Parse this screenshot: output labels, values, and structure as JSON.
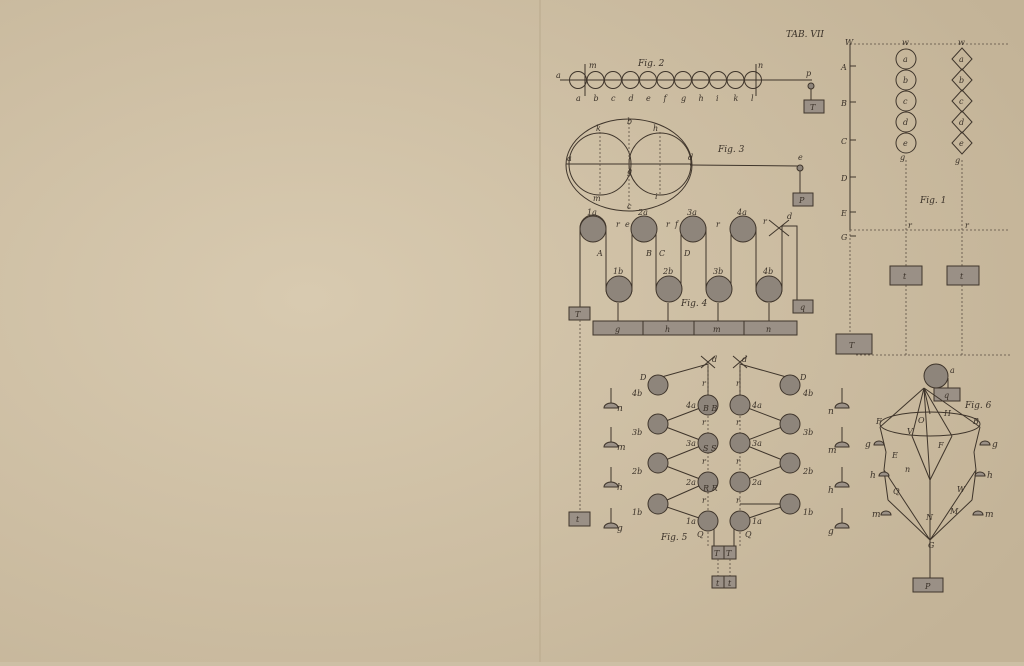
{
  "plate_title": "TAB. VII",
  "fig1": {
    "label": "Fig. 1",
    "top_labels": [
      "W",
      "w",
      "w"
    ],
    "left_scale": [
      "A",
      "B",
      "C",
      "D",
      "E",
      "G"
    ],
    "circles": [
      "a",
      "b",
      "c",
      "d",
      "e"
    ],
    "diamonds": [
      "a",
      "b",
      "c",
      "d",
      "e"
    ],
    "g_labels": [
      "g",
      "g"
    ],
    "r_labels": [
      "r",
      "r"
    ],
    "weights": [
      "t",
      "t"
    ],
    "main_weight": "T"
  },
  "fig2": {
    "label": "Fig. 2",
    "bottom_letters": [
      "a",
      "b",
      "c",
      "d",
      "e",
      "f",
      "g",
      "h",
      "i",
      "k",
      "l"
    ],
    "top_letters": [
      "m",
      "n",
      "p"
    ],
    "end_letter": "a",
    "weight": "T"
  },
  "fig3": {
    "label": "Fig. 3",
    "letters": [
      "k",
      "b",
      "h",
      "a",
      "d",
      "e",
      "g",
      "m",
      "c",
      "i"
    ],
    "weight": "P"
  },
  "fig4": {
    "label": "Fig. 4",
    "top_pulleys": [
      "1a",
      "2a",
      "3a",
      "4a"
    ],
    "bottom_pulleys": [
      "1b",
      "2b",
      "3b",
      "4b"
    ],
    "string_letters": [
      "r",
      "e",
      "r",
      "f",
      "r",
      "r",
      "d",
      "A",
      "B",
      "C",
      "D"
    ],
    "left_weight": "T",
    "right_weight": "q",
    "bar_weights": [
      "g",
      "h",
      "m",
      "n"
    ]
  },
  "fig5": {
    "label": "Fig. 5",
    "outer_labels": [
      "4b",
      "3b",
      "2b",
      "1b"
    ],
    "inner_labels": [
      "4a",
      "3a",
      "2a",
      "1a"
    ],
    "d_labels": [
      "D",
      "D",
      "d",
      "d"
    ],
    "r_labels": [
      "r",
      "r",
      "r",
      "r",
      "r",
      "r",
      "r",
      "r"
    ],
    "small_weights": [
      "n",
      "m",
      "h",
      "g"
    ],
    "centre_letters": [
      "B B",
      "S S",
      "R R",
      "Q",
      "Q"
    ],
    "left_weight": "t",
    "bottom_weights": [
      "T",
      "T"
    ],
    "lowest_weights": [
      "t",
      "t"
    ]
  },
  "fig6": {
    "label": "Fig. 6",
    "top_letters": [
      "a"
    ],
    "top_weight": "q",
    "ring_letters": [
      "F",
      "O",
      "H",
      "V",
      "B"
    ],
    "side_letters": [
      "g",
      "h",
      "m",
      "g",
      "h",
      "m"
    ],
    "inner_letters": [
      "E",
      "n",
      "F",
      "Q",
      "M",
      "N",
      "W",
      "G"
    ],
    "bottom_weight": "P"
  }
}
